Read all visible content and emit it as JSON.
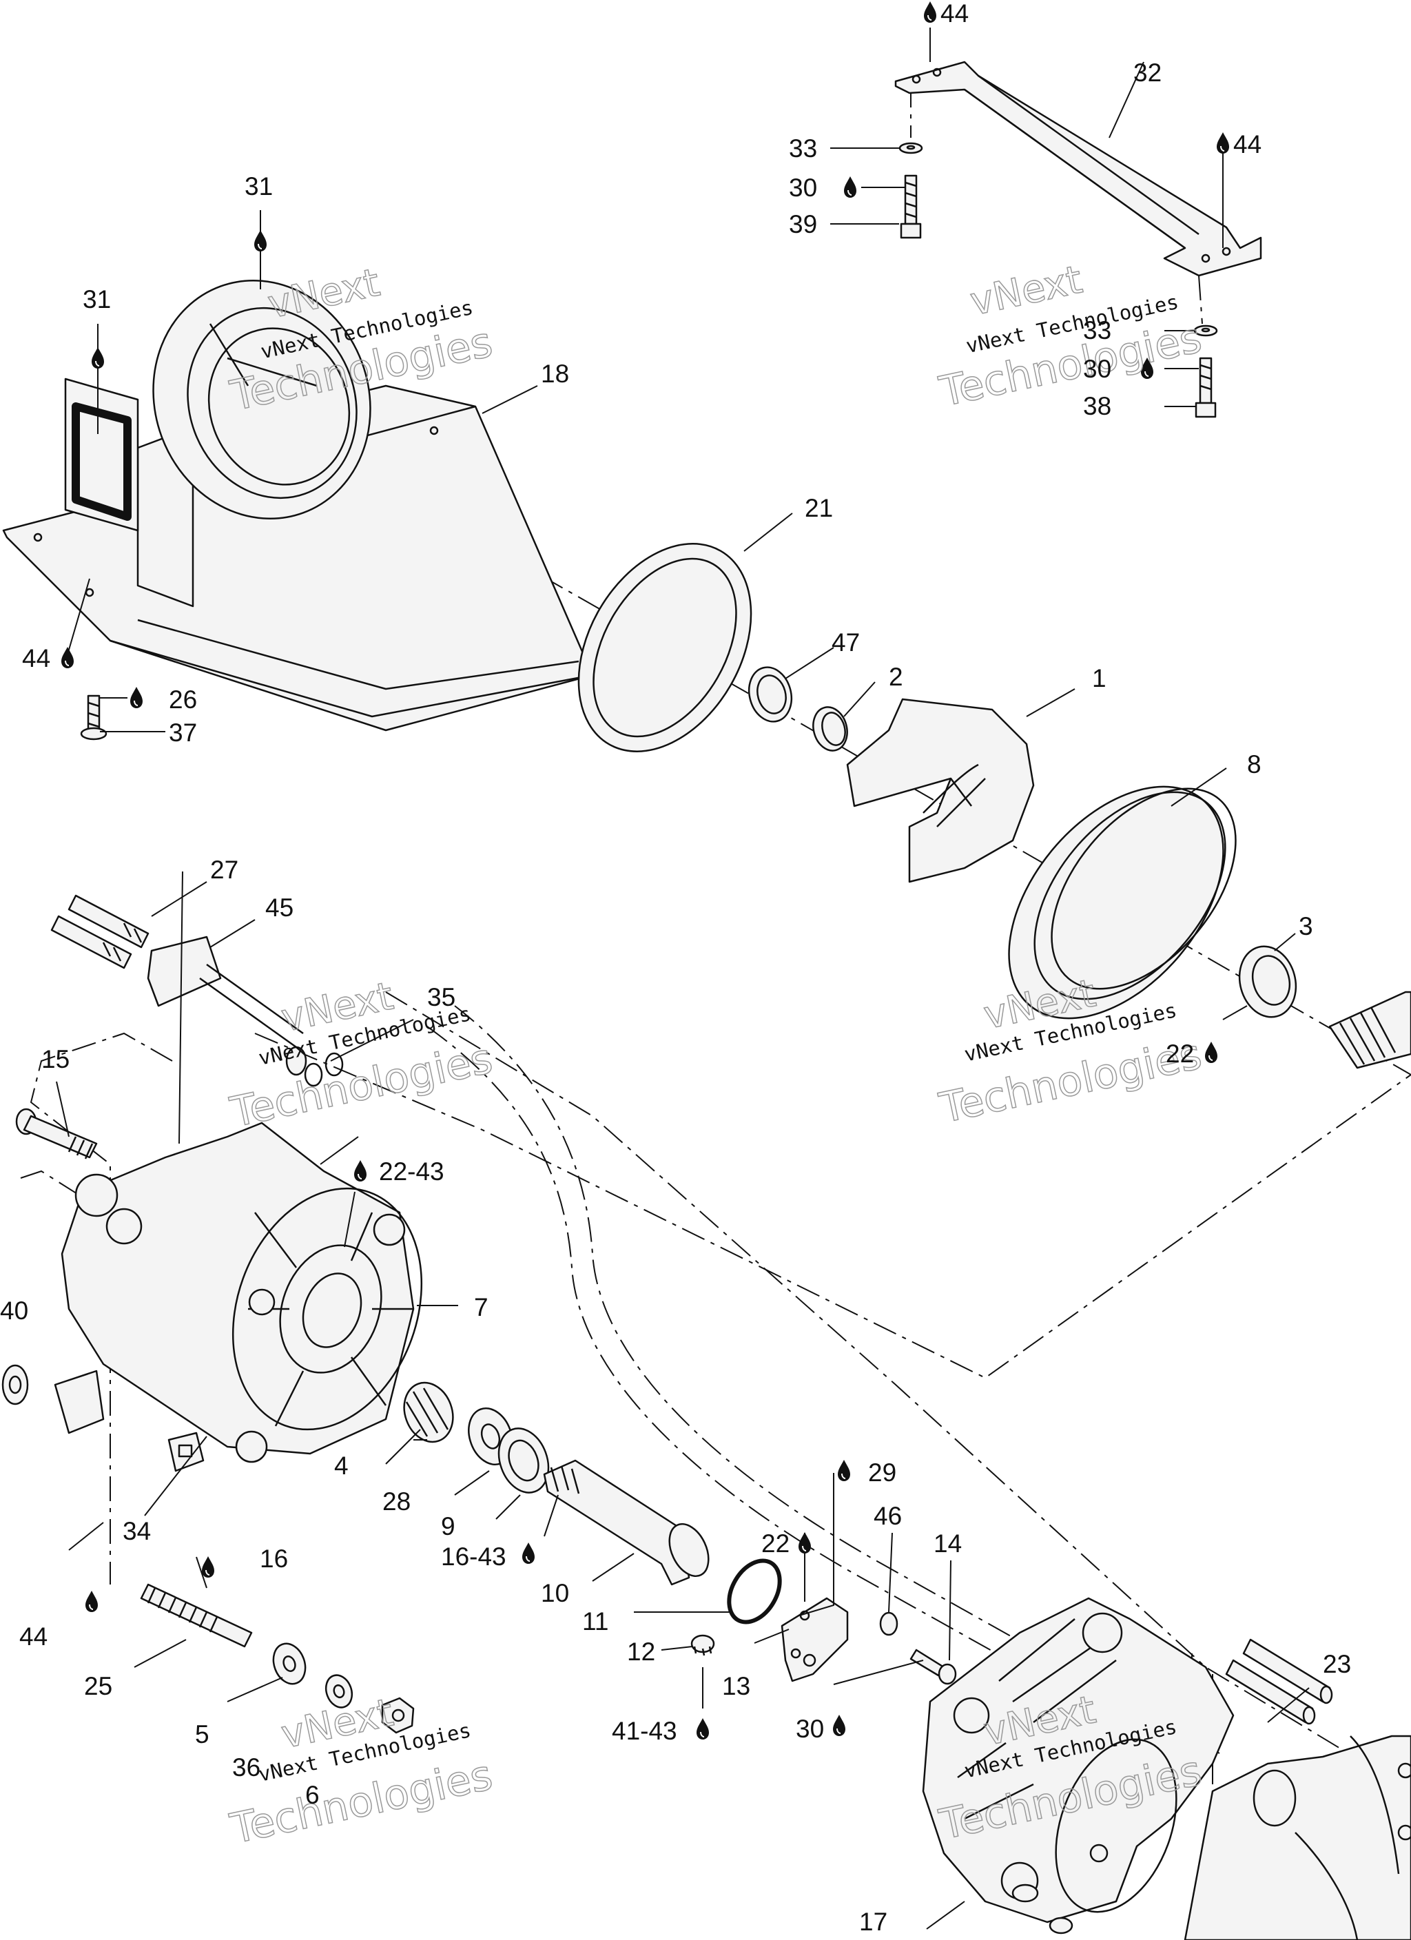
{
  "watermark": {
    "top": "vNext",
    "middle": "vNext Technologies",
    "bottom": "Technologies"
  },
  "labels": {
    "l44a": "44",
    "l32": "32",
    "l33a": "33",
    "l44b": "44",
    "l30a": "30",
    "l39": "39",
    "l33b": "33",
    "l30b": "30",
    "l38": "38",
    "l31a": "31",
    "l31b": "31",
    "l18": "18",
    "l21": "21",
    "l47": "47",
    "l2": "2",
    "l1": "1",
    "l44c": "44",
    "l26": "26",
    "l37": "37",
    "l8": "8",
    "l3": "3",
    "l22a": "22",
    "l27": "27",
    "l45": "45",
    "l35": "35",
    "l15": "15",
    "l22_43": "22-43",
    "l7": "7",
    "l40": "40",
    "l4": "4",
    "l28": "28",
    "l9": "9",
    "l34": "34",
    "l16_43": "16-43",
    "l29": "29",
    "l22b": "22",
    "l46": "46",
    "l14": "14",
    "l16": "16",
    "l10": "10",
    "l44d": "44",
    "l11": "11",
    "l12": "12",
    "l13": "13",
    "l23": "23",
    "l25": "25",
    "l41_43": "41-43",
    "l30c": "30",
    "l5": "5",
    "l36": "36",
    "l6": "6",
    "l17": "17"
  }
}
